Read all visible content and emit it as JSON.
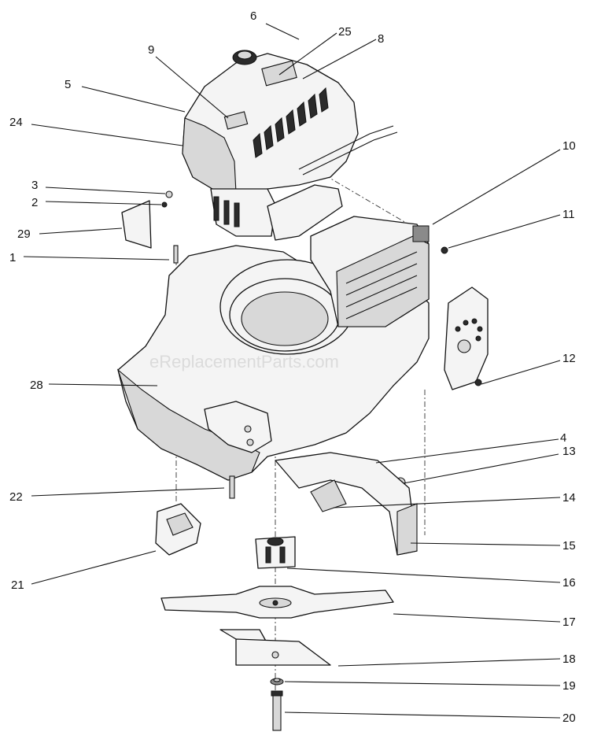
{
  "watermark": "eReplacementParts.com",
  "callouts": [
    {
      "id": "1",
      "label": "1"
    },
    {
      "id": "2",
      "label": "2"
    },
    {
      "id": "3",
      "label": "3"
    },
    {
      "id": "4",
      "label": "4"
    },
    {
      "id": "5",
      "label": "5"
    },
    {
      "id": "6",
      "label": "6"
    },
    {
      "id": "8",
      "label": "8"
    },
    {
      "id": "9",
      "label": "9"
    },
    {
      "id": "10",
      "label": "10"
    },
    {
      "id": "11",
      "label": "11"
    },
    {
      "id": "12",
      "label": "12"
    },
    {
      "id": "13",
      "label": "13"
    },
    {
      "id": "14",
      "label": "14"
    },
    {
      "id": "15",
      "label": "15"
    },
    {
      "id": "16",
      "label": "16"
    },
    {
      "id": "17",
      "label": "17"
    },
    {
      "id": "18",
      "label": "18"
    },
    {
      "id": "19",
      "label": "19"
    },
    {
      "id": "20",
      "label": "20"
    },
    {
      "id": "21",
      "label": "21"
    },
    {
      "id": "22",
      "label": "22"
    },
    {
      "id": "24",
      "label": "24"
    },
    {
      "id": "25",
      "label": "25"
    },
    {
      "id": "28",
      "label": "28"
    },
    {
      "id": "29",
      "label": "29"
    }
  ]
}
